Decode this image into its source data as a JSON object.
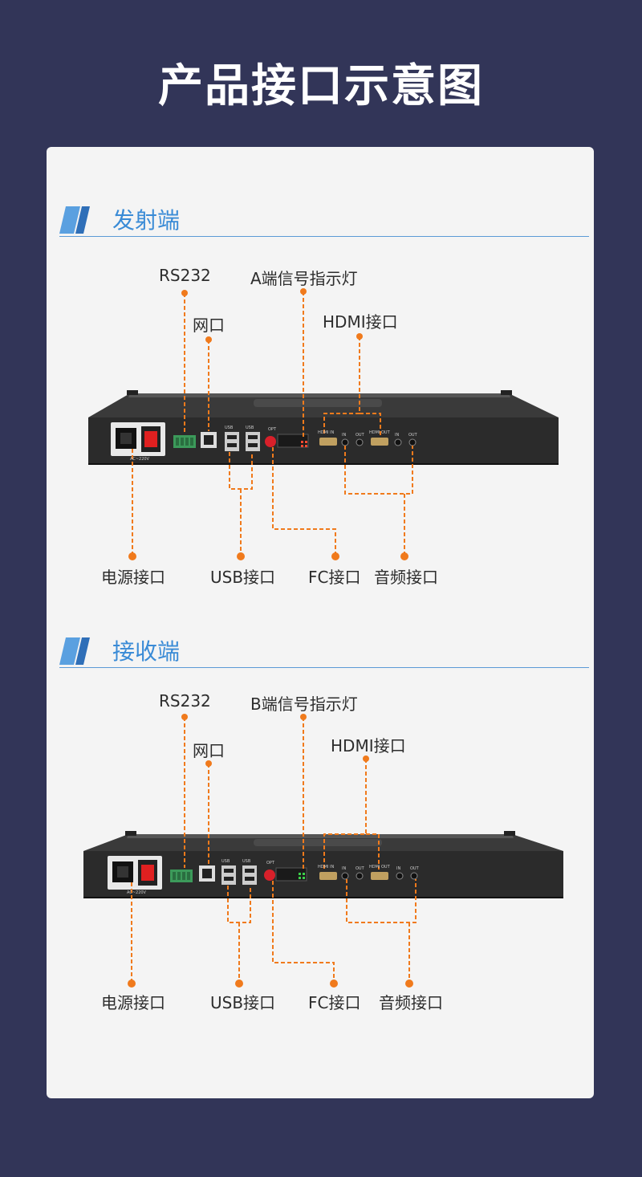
{
  "page": {
    "title": "产品接口示意图"
  },
  "colors": {
    "background": "#323558",
    "card": "#f4f4f4",
    "accent": "#3a8bd6",
    "callout": "#f07a1c",
    "device": "#2b2b2b"
  },
  "sections": [
    {
      "title": "发射端",
      "icon": "section-bar-icon",
      "labels": {
        "rs232": "RS232",
        "signal_led": "A端信号指示灯",
        "lan": "网口",
        "hdmi": "HDMI接口",
        "power": "电源接口",
        "usb": "USB接口",
        "fc": "FC接口",
        "audio": "音频接口"
      },
      "panel_text": {
        "usb1": "USB",
        "usb2": "USB",
        "opt": "OPT",
        "hdmi_in": "HDMI IN",
        "hdmi_out": "HDMI OUT",
        "audio_in1": "IN",
        "audio_out1": "OUT",
        "audio_in2": "IN",
        "audio_out2": "OUT",
        "ac": "AC~220V"
      }
    },
    {
      "title": "接收端",
      "icon": "section-bar-icon",
      "labels": {
        "rs232": "RS232",
        "signal_led": "B端信号指示灯",
        "lan": "网口",
        "hdmi": "HDMI接口",
        "power": "电源接口",
        "usb": "USB接口",
        "fc": "FC接口",
        "audio": "音频接口"
      },
      "panel_text": {
        "usb1": "USB",
        "usb2": "USB",
        "opt": "OPT",
        "hdmi_in": "HDMI IN",
        "hdmi_out": "HDMI OUT",
        "audio_in1": "IN",
        "audio_out1": "OUT",
        "audio_in2": "IN",
        "audio_out2": "OUT",
        "ac": "AC~220V"
      }
    }
  ]
}
